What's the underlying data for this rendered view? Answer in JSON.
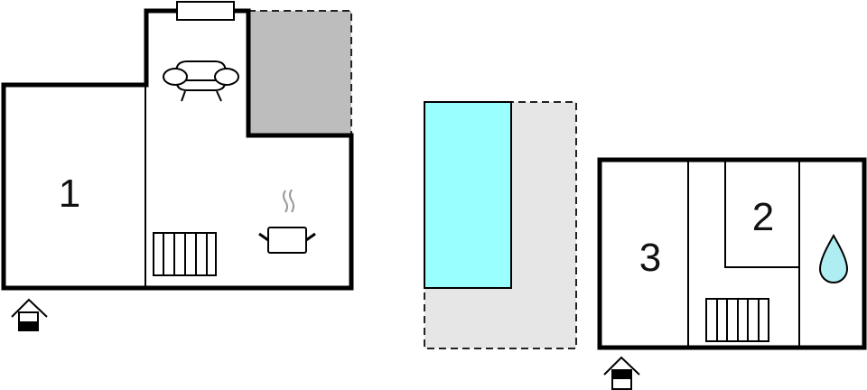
{
  "floor_plan": {
    "ground_floor": {
      "rooms": [
        {
          "label": "1"
        }
      ],
      "icons": [
        "window-icon",
        "sofa-icon",
        "stairs-icon",
        "cooking-pot-icon",
        "entrance-icon"
      ],
      "terrace_color": "#bdbdbd"
    },
    "outdoor": {
      "pool_color": "#99ffff",
      "deck_color": "#e6e6e6"
    },
    "upper_floor": {
      "rooms": [
        {
          "label": "2"
        },
        {
          "label": "3"
        }
      ],
      "icons": [
        "stairs-icon",
        "water-drop-icon",
        "entrance-icon"
      ],
      "water_color": "#aeeef2"
    }
  }
}
